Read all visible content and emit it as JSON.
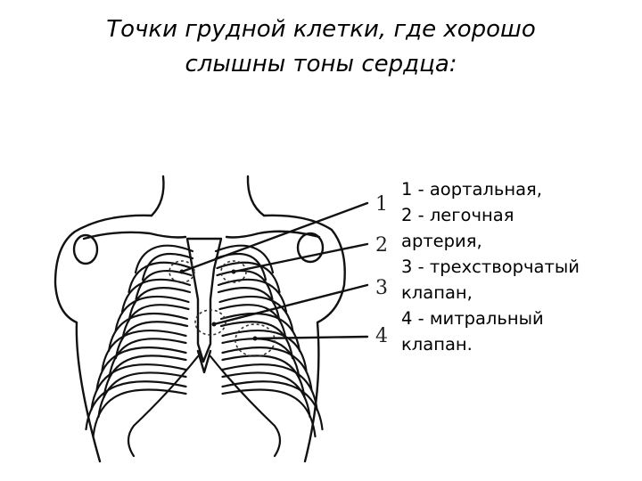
{
  "title": {
    "line1": "Точки грудной клетки, где хорошо",
    "line2": "слышны тоны сердца:"
  },
  "figure": {
    "numbers": [
      "1",
      "2",
      "3",
      "4"
    ]
  },
  "legend": {
    "lines": [
      "1 - аортальная,",
      "2 - легочная",
      "артерия,",
      "3 - трехстворчатый",
      "клапан,",
      "4 - митральный",
      "клапан."
    ]
  },
  "colors": {
    "ink": "#111111",
    "background": "#ffffff"
  }
}
